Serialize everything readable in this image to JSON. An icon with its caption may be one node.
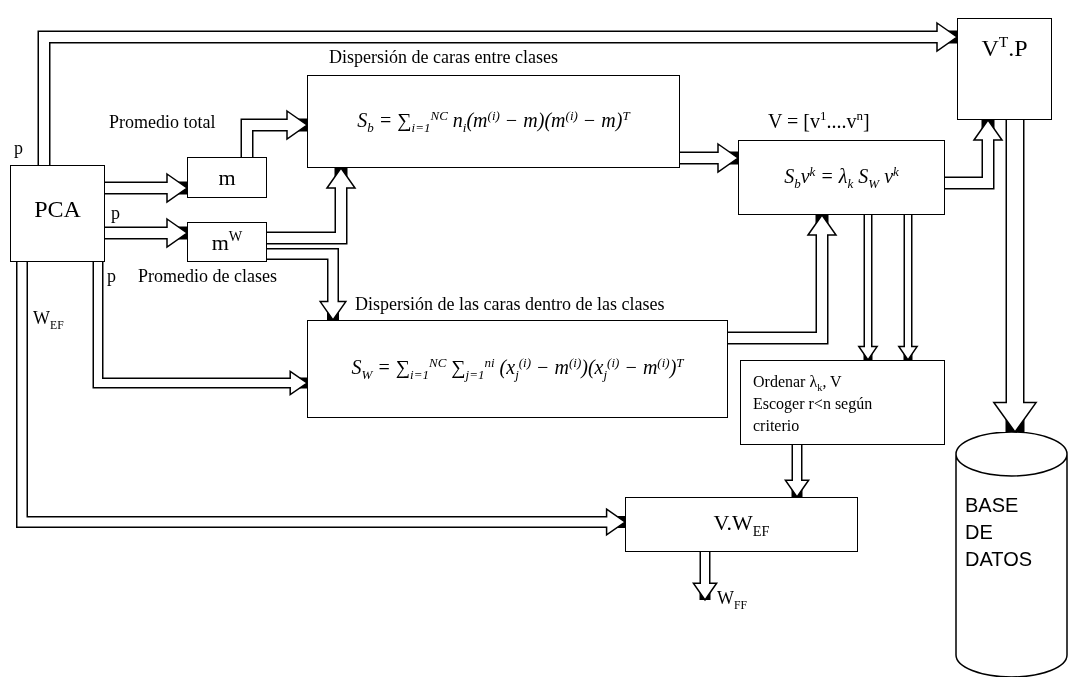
{
  "diagram": {
    "nodes": [
      {
        "text": [
          "PCA"
        ]
      },
      {
        "text": [
          "m"
        ]
      },
      {
        "text": [
          "m$^{W}$"
        ]
      },
      {
        "text": [
          "Dispersión de caras entre clases",
          "S$_{b}$ = ∑$_{i=1}$$^{NC}$ n$_{i}$(m$^{(i)}$ − m)(m$^{(i)}$ − m)$^{T}$"
        ]
      },
      {
        "text": [
          "Dispersión de las caras dentro de las clases",
          "S$_{W}$ = ∑$_{i=1}$$^{NC}$ ∑$_{j=1}$$^{ni}$ (x$_{j}$$^{(i)}$ − m$^{(i)}$)(x$_{j}$$^{(i)}$ − m$^{(i)}$)$^{T}$"
        ]
      },
      {
        "text": [
          "V = [v$^{1}$....v$^{n}$]",
          "S$_{b}$v$^{k}$ = λ$_{k}$ S$_{W}$ v$^{k}$"
        ]
      },
      {
        "text": [
          "V$^{T}$.P"
        ]
      },
      {
        "text": [
          "Ordenar λ$_{k}$, V",
          "Escoger r<n según criterio"
        ]
      },
      {
        "text": [
          "V.W$_{EF}$"
        ]
      },
      {
        "text": [
          "BASE DE DATOS"
        ]
      }
    ],
    "edges": [
      {
        "from": 0,
        "to": 6,
        "arrow": "to",
        "label": "p"
      },
      {
        "from": 0,
        "to": 1,
        "arrow": "to"
      },
      {
        "from": 0,
        "to": 2,
        "arrow": "to",
        "label": "p"
      },
      {
        "from": 0,
        "to": 4,
        "arrow": "to",
        "label": "p"
      },
      {
        "from": 0,
        "to": 8,
        "arrow": "to",
        "label": "W$_{EF}$"
      },
      {
        "from": 1,
        "to": 3,
        "arrow": "to",
        "label": "Promedio total"
      },
      {
        "from": 2,
        "to": 3,
        "arrow": "to"
      },
      {
        "from": 2,
        "to": 4,
        "arrow": "to",
        "label": "Promedio de clases"
      },
      {
        "from": 3,
        "to": 5,
        "arrow": "to"
      },
      {
        "from": 4,
        "to": 5,
        "arrow": "to"
      },
      {
        "from": 5,
        "to": 6,
        "arrow": "to"
      },
      {
        "from": 5,
        "to": 7,
        "arrow": "to"
      },
      {
        "from": 5,
        "to": 7,
        "arrow": "to"
      },
      {
        "from": 6,
        "to": 9,
        "arrow": "to"
      },
      {
        "from": 7,
        "to": 8,
        "arrow": "to"
      },
      {
        "from": 8,
        "to": null,
        "arrow": "to",
        "label": "W$_{FF}$"
      }
    ]
  }
}
